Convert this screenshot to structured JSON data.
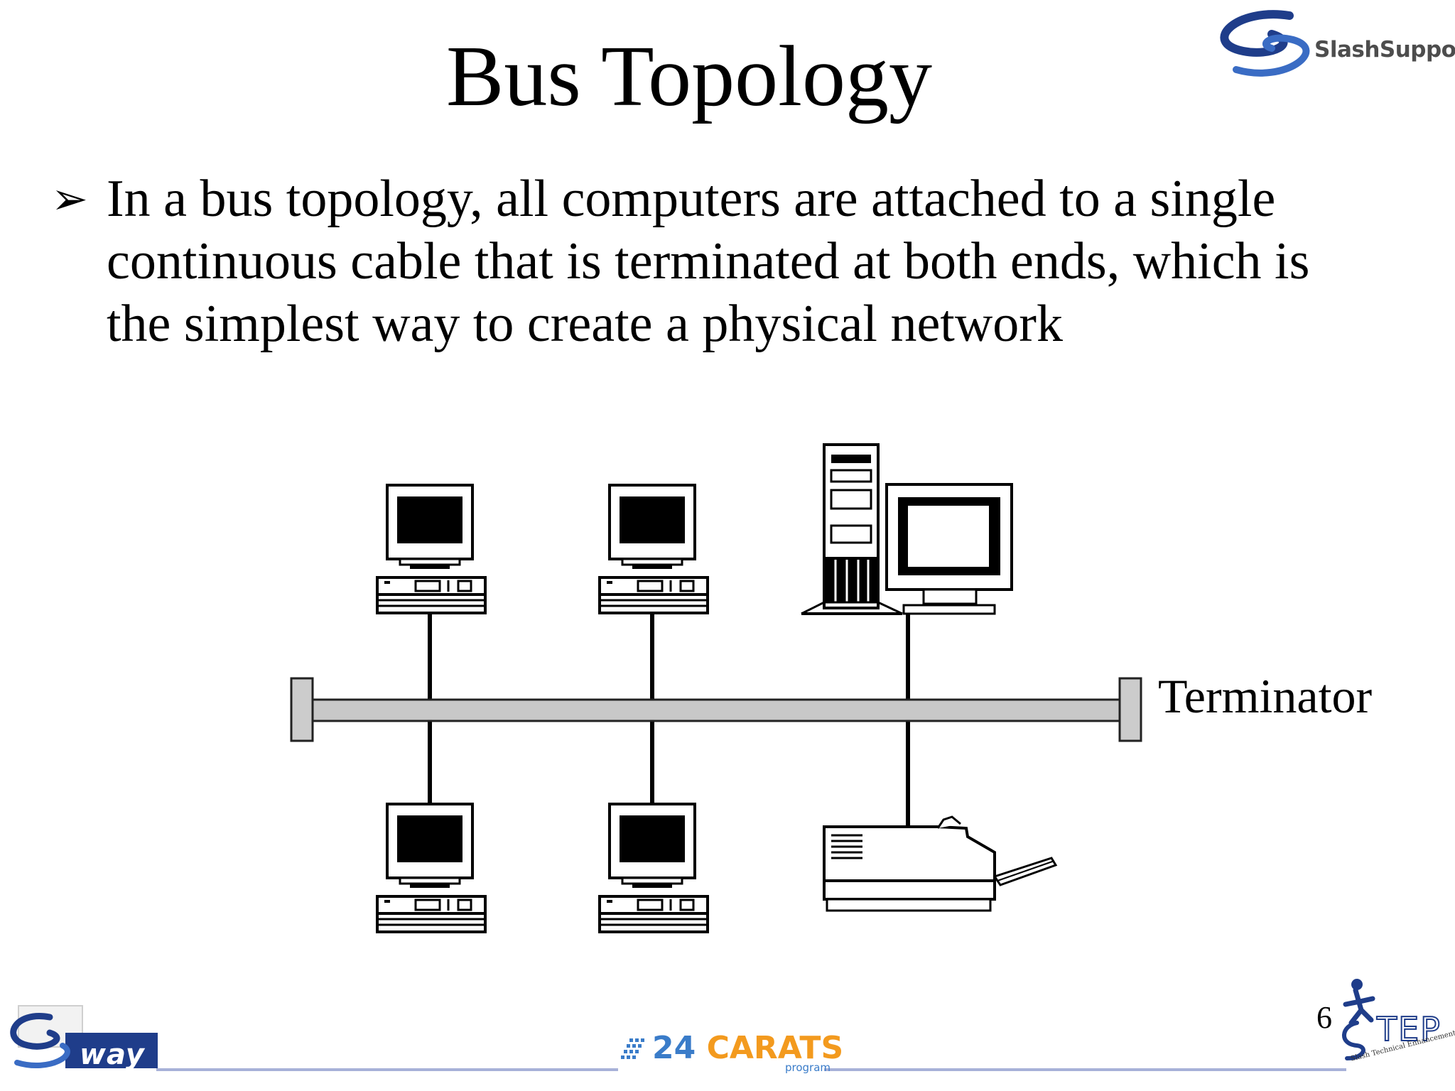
{
  "slide": {
    "title": "Bus Topology",
    "bullet_marker": "➢",
    "bullet_lines": [
      "In a bus topology, all computers are attached to a single",
      "continuous cable that is terminated at both ends, which is",
      "the simplest way to create a physical network"
    ],
    "page_number": "6"
  },
  "diagram": {
    "terminator_label": "Terminator",
    "bus_color": "#c8c8c8",
    "terminator_color": "#cccccc",
    "devices": [
      "computer",
      "computer",
      "server-with-monitor",
      "computer",
      "computer",
      "printer"
    ]
  },
  "logos": {
    "top_right": "SlashSupport",
    "bottom_left": "way",
    "center_number": "24",
    "center_word": "CARATS",
    "center_sub": "program",
    "bottom_right": "TEP",
    "bottom_right_sub": "Slash Technical Enhancement Program"
  },
  "colors": {
    "accent_blue": "#1f3d8a",
    "footer_line": "#a7b1d8",
    "carats_orange": "#f39a1e"
  }
}
